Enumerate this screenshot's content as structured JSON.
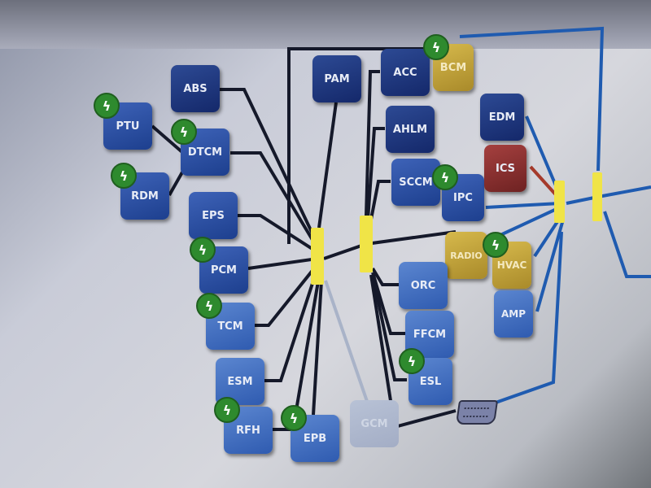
{
  "nodes": {
    "abs": "ABS",
    "ptu": "PTU",
    "dtcm": "DTCM",
    "rdm": "RDM",
    "eps": "EPS",
    "pcm": "PCM",
    "tcm": "TCM",
    "esm": "ESM",
    "rfh": "RFH",
    "epb": "EPB",
    "gcm": "GCM",
    "pam": "PAM",
    "acc": "ACC",
    "bcm": "BCM",
    "ahlm": "AHLM",
    "sccm": "SCCM",
    "ipc": "IPC",
    "edm": "EDM",
    "ics": "ICS",
    "radio": "RADIO",
    "hvac": "HVAC",
    "amp": "AMP",
    "orc": "ORC",
    "ffcm": "FFCM",
    "esl": "ESL"
  },
  "badge_icon": "lightning-bolt-icon",
  "colors": {
    "hub": "#f0e447",
    "module": "#2d4a94",
    "gold_module": "#c4a63b",
    "red_module": "#8a2f2f",
    "badge": "#2e8a2e"
  }
}
